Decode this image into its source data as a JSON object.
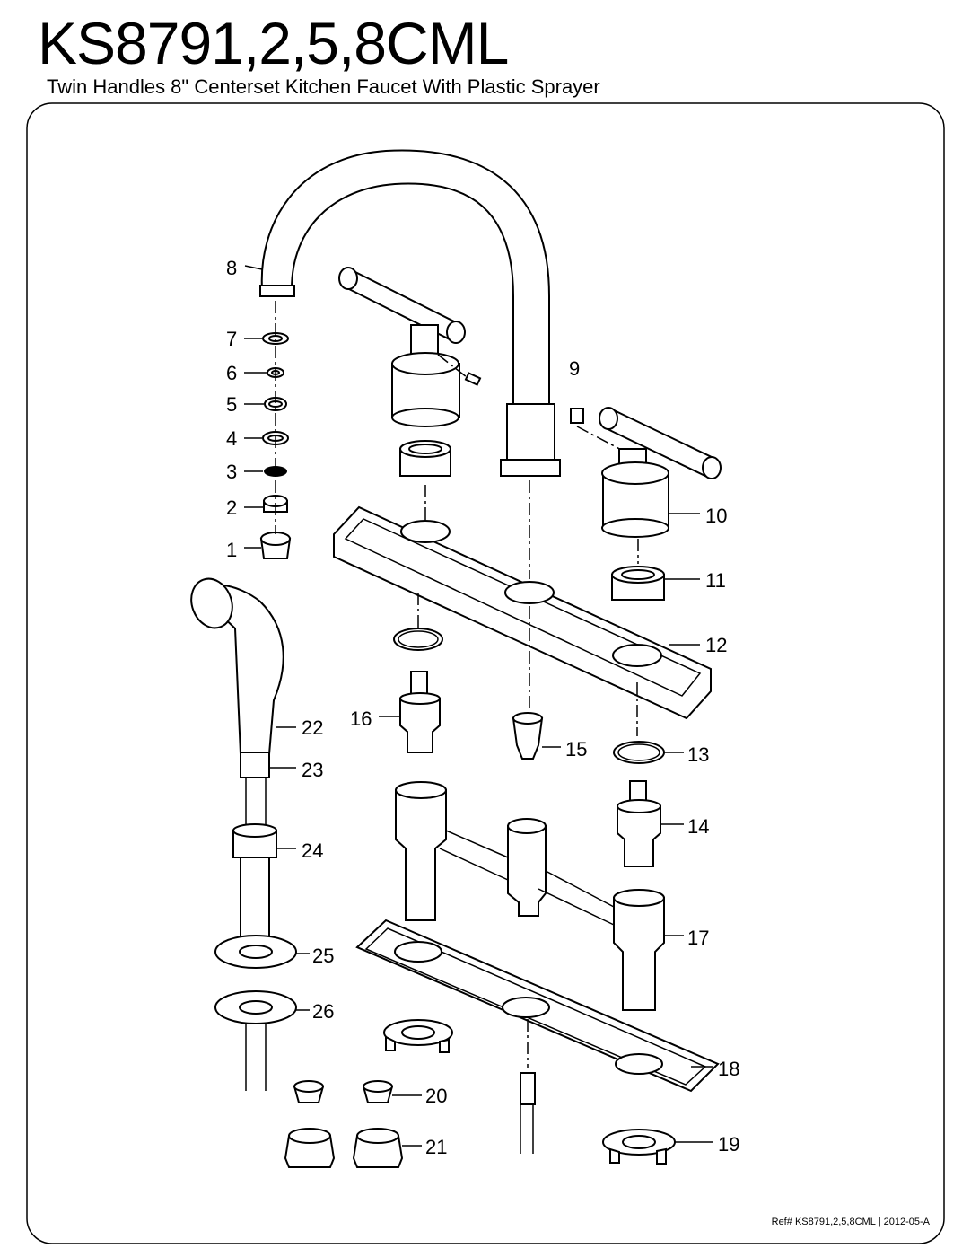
{
  "header": {
    "model": "KS8791,2,5,8CML",
    "description": "Twin Handles 8\" Centerset Kitchen Faucet With Plastic Sprayer"
  },
  "footer": {
    "ref_label": "Ref#",
    "ref_model": "KS8791,2,5,8CML",
    "separator": "|",
    "revision": "2012-05-A"
  },
  "callouts": [
    "1",
    "2",
    "3",
    "4",
    "5",
    "6",
    "7",
    "8",
    "9",
    "10",
    "11",
    "12",
    "13",
    "14",
    "15",
    "16",
    "17",
    "18",
    "19",
    "20",
    "21",
    "22",
    "23",
    "24",
    "25",
    "26"
  ],
  "colors": {
    "line": "#000000",
    "background": "#ffffff"
  }
}
